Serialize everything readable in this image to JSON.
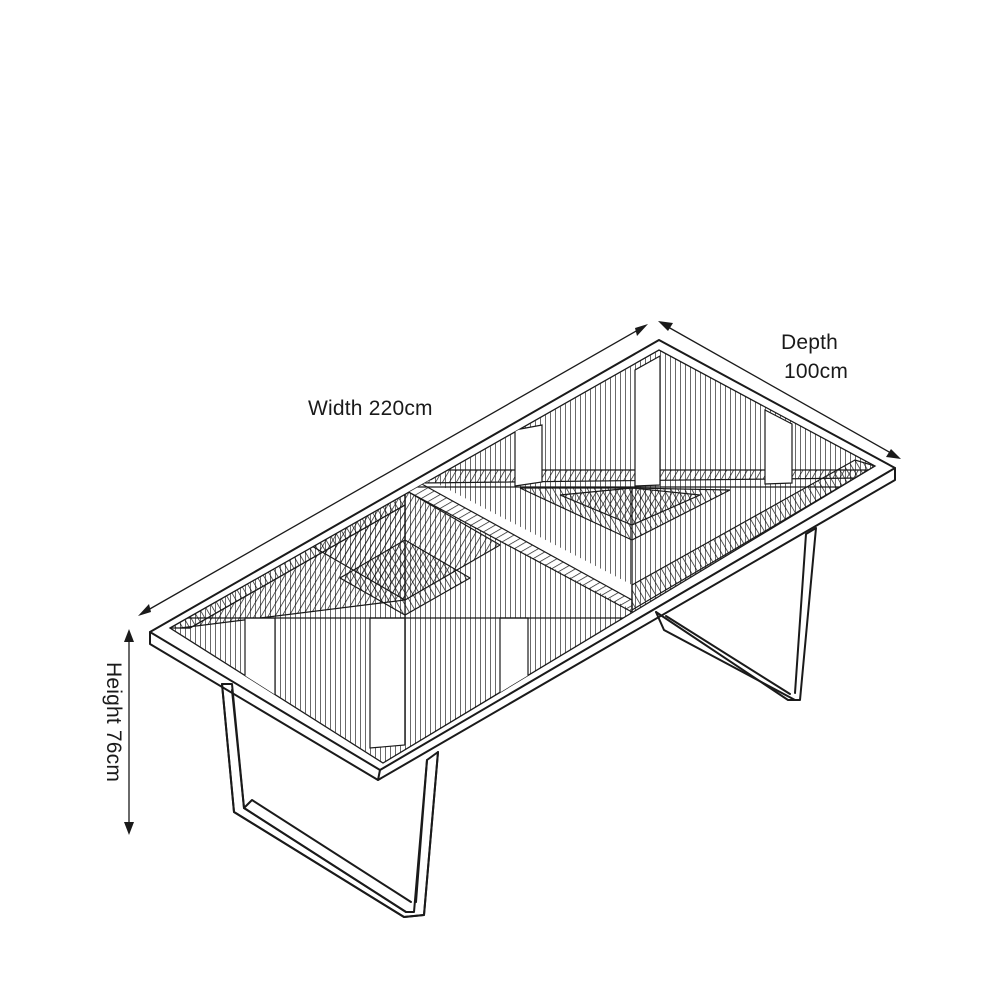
{
  "dimensions": {
    "width": {
      "label": "Width 220cm"
    },
    "depth": {
      "label": "Depth",
      "value": "100cm"
    },
    "height": {
      "label": "Height 76cm"
    }
  },
  "colors": {
    "line": "#1a1a1a",
    "background": "#ffffff"
  }
}
